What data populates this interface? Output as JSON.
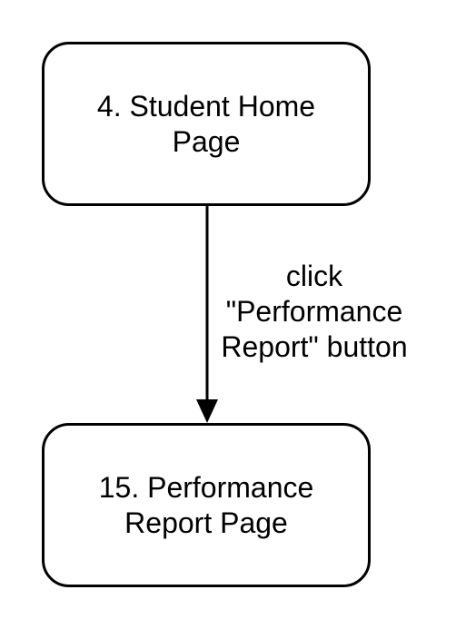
{
  "nodes": {
    "top": {
      "label": "4. Student Home\nPage"
    },
    "bottom": {
      "label": "15. Performance\nReport Page"
    }
  },
  "edges": [
    {
      "label": "click\n\"Performance\nReport\" button"
    }
  ],
  "colors": {
    "stroke": "#000000",
    "fill": "#ffffff"
  }
}
